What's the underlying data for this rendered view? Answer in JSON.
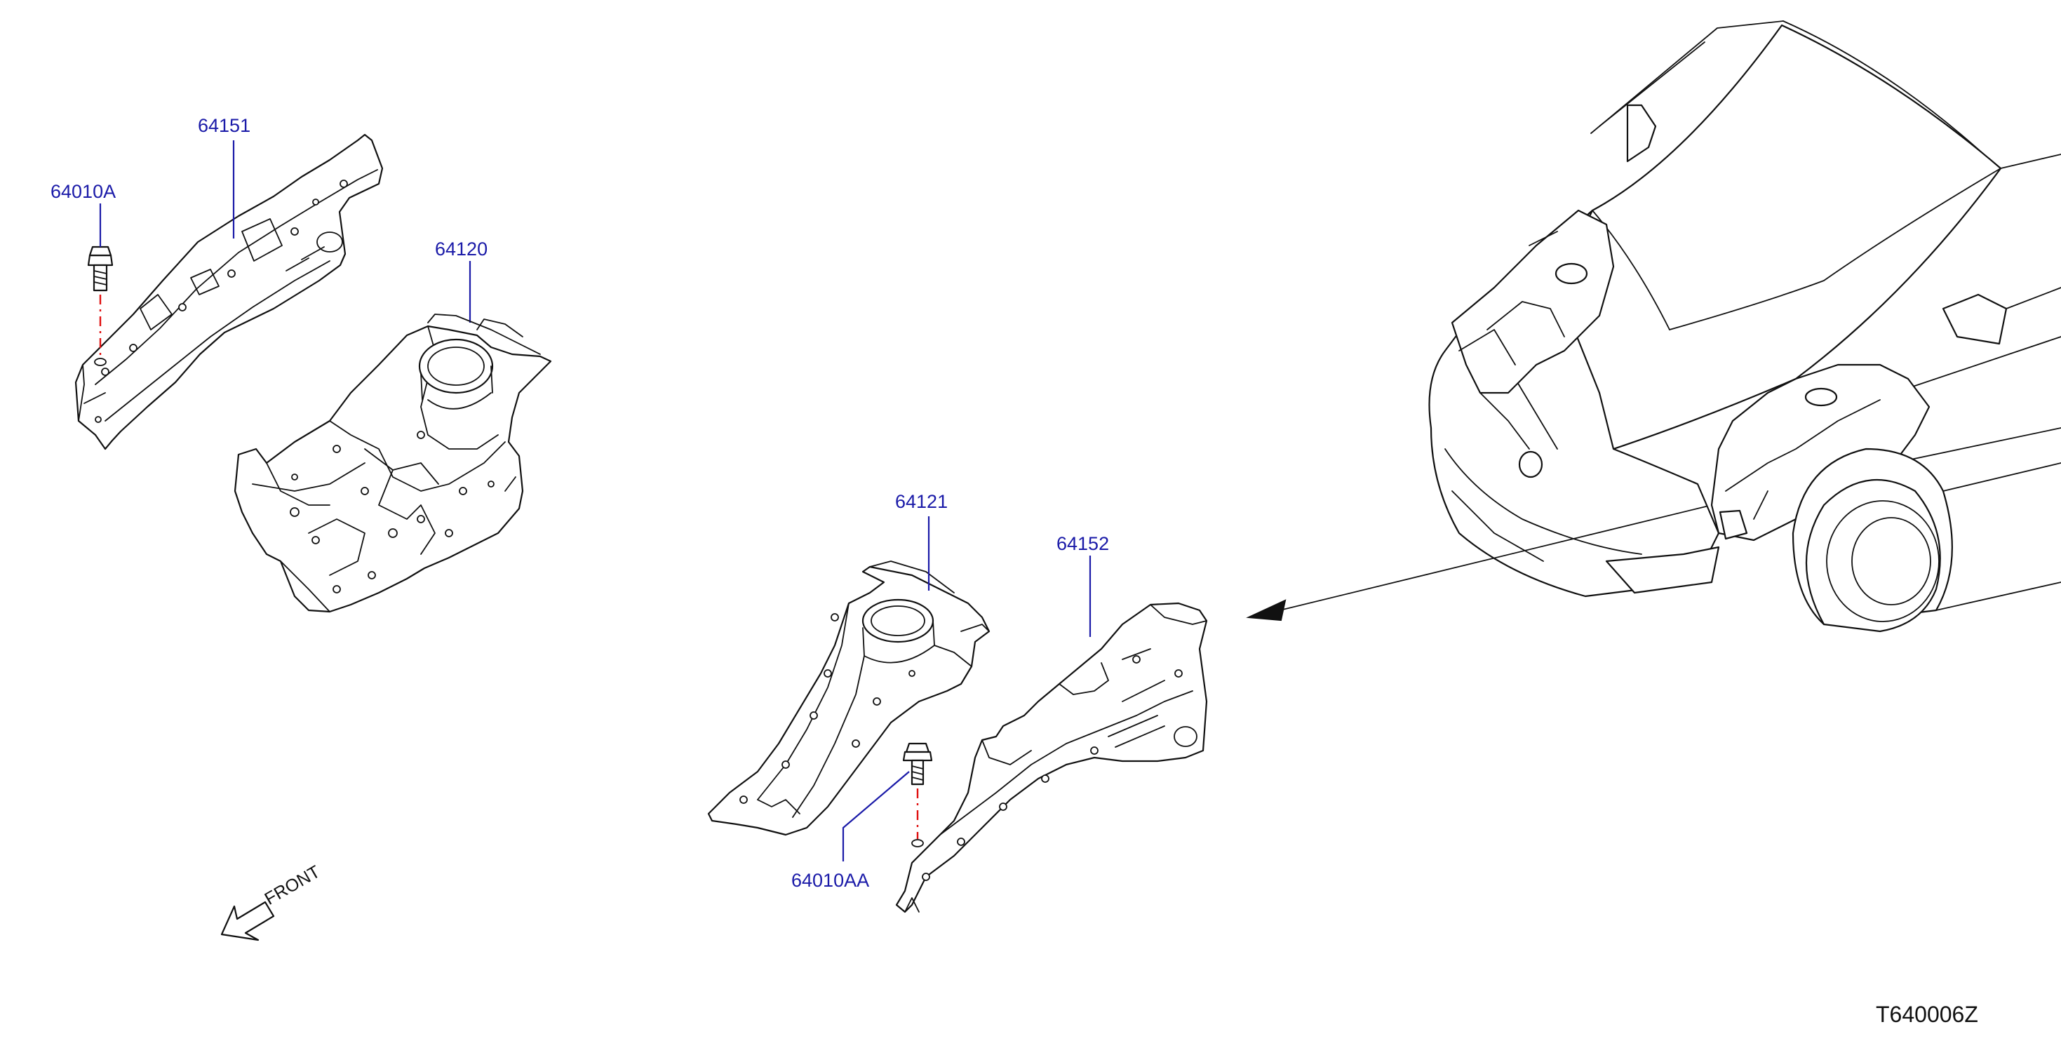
{
  "labels": {
    "p64151": "64151",
    "p64010A": "64010A",
    "p64120": "64120",
    "p64121": "64121",
    "p64152": "64152",
    "p64010AA": "64010AA",
    "front": "FRONT",
    "drawing_code": "T640006Z"
  },
  "colors": {
    "callout_text": "#1a1aa8",
    "line_art": "#111111",
    "bolt_axis": "#e01010"
  },
  "icons": {
    "front_arrow": "hollow-arrow-pointing-down-left"
  }
}
